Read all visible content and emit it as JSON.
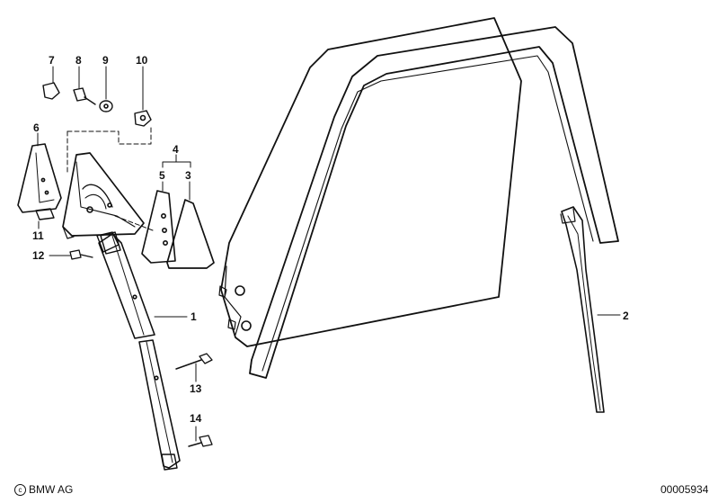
{
  "callouts": {
    "c1": "1",
    "c2": "2",
    "c3": "3",
    "c4": "4",
    "c5": "5",
    "c6": "6",
    "c7": "7",
    "c8": "8",
    "c9": "9",
    "c10": "10",
    "c11": "11",
    "c12": "12",
    "c13": "13",
    "c14": "14"
  },
  "footer": {
    "copyright_symbol": "c",
    "copyright": "BMW AG",
    "doc_number": "00005934"
  },
  "colors": {
    "line": "#111111",
    "background": "#ffffff"
  }
}
